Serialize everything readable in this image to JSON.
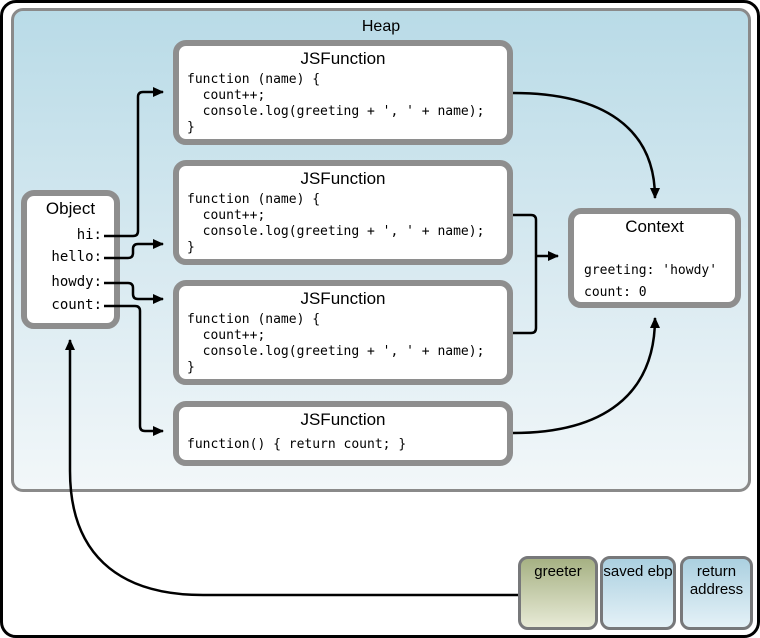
{
  "heap": {
    "title": "Heap"
  },
  "object": {
    "title": "Object",
    "fields": [
      {
        "label": "hi:"
      },
      {
        "label": "hello:"
      },
      {
        "label": "howdy:"
      },
      {
        "label": "count:"
      }
    ]
  },
  "functions": [
    {
      "title": "JSFunction",
      "code": "function (name) {\n  count++;\n  console.log(greeting + ', ' + name);\n}"
    },
    {
      "title": "JSFunction",
      "code": "function (name) {\n  count++;\n  console.log(greeting + ', ' + name);\n}"
    },
    {
      "title": "JSFunction",
      "code": "function (name) {\n  count++;\n  console.log(greeting + ', ' + name);\n}"
    },
    {
      "title": "JSFunction",
      "code": "function() { return count; }"
    }
  ],
  "context": {
    "title": "Context",
    "body": "greeting: 'howdy'\ncount: 0"
  },
  "stack_frames": [
    {
      "label": "greeter"
    },
    {
      "label": "saved ebp"
    },
    {
      "label": "return address"
    }
  ],
  "colors": {
    "heap_top": "#b9dbe7",
    "heap_bottom": "#f2f7f9",
    "box_border": "#8e8e8e",
    "outer_border": "#000000",
    "arrow": "#000000",
    "greeter_top": "#a6b183",
    "greeter_bottom": "#e7ead6",
    "stack_blue_top": "#abd0e0",
    "stack_blue_bottom": "#e4f1f7"
  }
}
